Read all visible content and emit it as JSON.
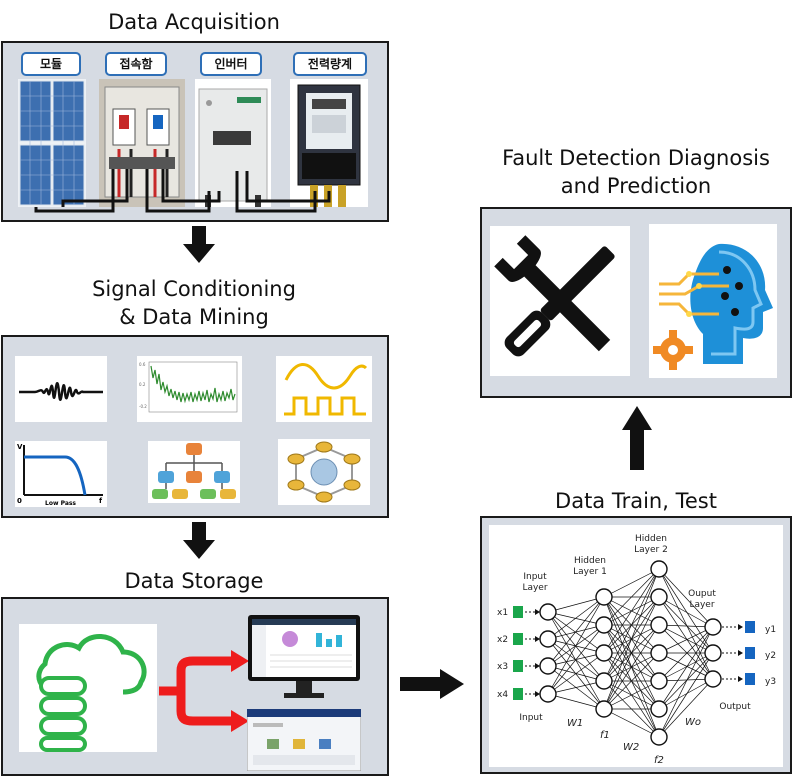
{
  "acquisition": {
    "title": "Data Acquisition",
    "tags": [
      "모듈",
      "접속함",
      "인버터",
      "전력량계"
    ]
  },
  "conditioning": {
    "title_line1": "Signal Conditioning",
    "title_line2": "& Data Mining",
    "lowpass_label": "Low Pass",
    "axis_v": "V",
    "axis_zero": "0",
    "axis_f": "f"
  },
  "storage": {
    "title": "Data Storage"
  },
  "train": {
    "title": "Data Train, Test",
    "input_layer": [
      "Input",
      "Layer"
    ],
    "hidden1": [
      "Hidden",
      "Layer 1"
    ],
    "hidden2": [
      "Hidden",
      "Layer 2"
    ],
    "output_layer": [
      "Ouput",
      "Layer"
    ],
    "inputs": [
      "x1",
      "x2",
      "x3",
      "x4"
    ],
    "outputs": [
      "y1",
      "y2",
      "y3"
    ],
    "input_bottom": "Input",
    "output_bottom": "Output",
    "weights": [
      "W1",
      "f1",
      "W2",
      "f2",
      "Wo"
    ]
  },
  "fault": {
    "title_line1": "Fault Detection Diagnosis",
    "title_line2": "and Prediction"
  },
  "colors": {
    "panel_bg": "#d6dbe3",
    "tag_border": "#2e6fb7",
    "input_node": "#1aa64b",
    "output_node": "#1565c0",
    "storage_green": "#2fb34a",
    "branch_red": "#ee1c1c",
    "waveform_green": "#2e8b2e",
    "signal_yellow": "#f0b800",
    "ai_blue": "#1e90d8"
  }
}
